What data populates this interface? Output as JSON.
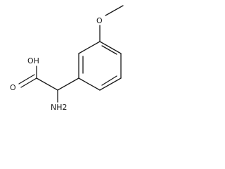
{
  "molecule": {
    "atoms": {
      "methoxy_o": "O",
      "hydroxyl": "OH",
      "carbonyl_o": "O",
      "amine": "NH2"
    }
  }
}
